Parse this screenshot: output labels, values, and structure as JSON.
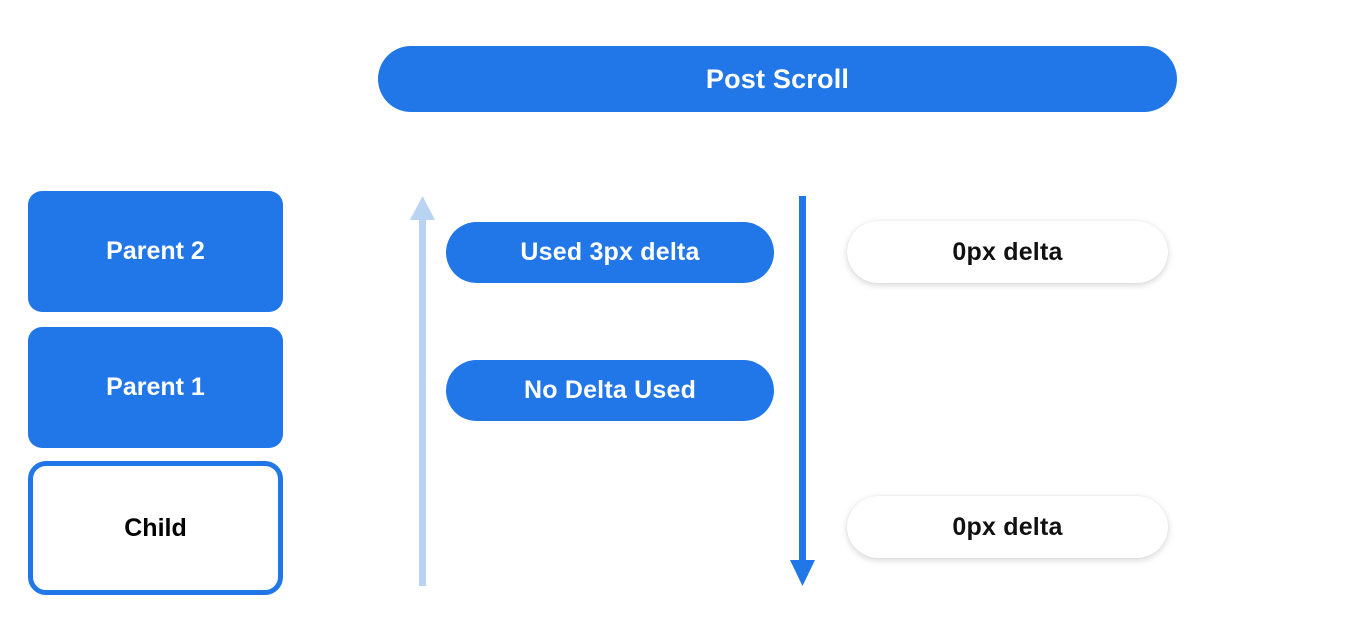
{
  "header": {
    "title": "Post Scroll"
  },
  "colors": {
    "accent_blue": "#2176e8",
    "arrow_light_blue": "#b9d3f2",
    "arrow_solid_blue": "#2176e8",
    "text_on_blue": "#ffffff",
    "text_dark": "#111111",
    "background": "#ffffff"
  },
  "node_stack": {
    "items": [
      {
        "label": "Parent 2",
        "style": "filled"
      },
      {
        "label": "Parent 1",
        "style": "filled"
      },
      {
        "label": "Child",
        "style": "outlined"
      }
    ]
  },
  "arrows": [
    {
      "name": "scroll-up-arrow",
      "direction": "up",
      "color": "#b9d3f2"
    },
    {
      "name": "scroll-down-arrow",
      "direction": "down",
      "color": "#2176e8"
    }
  ],
  "middle_column": {
    "pills": [
      {
        "label": "Used 3px delta"
      },
      {
        "label": "No Delta Used"
      }
    ]
  },
  "right_column": {
    "pills": [
      {
        "label": "0px delta"
      },
      {
        "label": "0px delta"
      }
    ]
  }
}
